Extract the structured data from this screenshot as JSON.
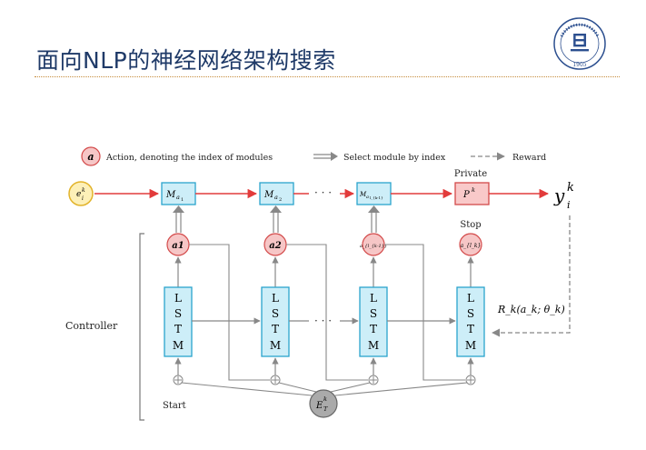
{
  "slide": {
    "title": "面向NLP的神经网络架构搜索"
  },
  "logo": {
    "text_top": "FUDAN UNIVERSITY",
    "year": "1905"
  },
  "legend": {
    "action_symbol": "a",
    "action_text": "Action, denoting the index of modules",
    "select_text": "Select module by index",
    "reward_text": "Reward"
  },
  "diagram": {
    "input_label": "e",
    "input_sup": "k",
    "input_sub": "i",
    "modules": [
      {
        "base": "M",
        "sub": "a",
        "subsub": "1"
      },
      {
        "base": "M",
        "sub": "a",
        "subsub": "2"
      },
      {
        "base": "M",
        "sub": "a",
        "subsub": "l_{k-1}"
      }
    ],
    "private_label": "Private",
    "private_symbol": "P",
    "private_sup": "k",
    "output_label": "y",
    "output_sub": "i",
    "output_sup": "k",
    "stop_label": "Stop",
    "actions": [
      "a1",
      "a2",
      "a_{l_{k-1}}",
      "a_{l_k}"
    ],
    "lstm_letters": [
      "L",
      "S",
      "T",
      "M"
    ],
    "controller_label": "Controller",
    "start_label": "Start",
    "encoder_label": "E",
    "encoder_sub": "T",
    "encoder_sup": "k",
    "reward_formula": "R_k(a_k; θ_k)",
    "ellipsis": "· · ·"
  },
  "colors": {
    "title": "#1f3a68",
    "module_fill": "#cdeef8",
    "module_stroke": "#2aa3cc",
    "private_fill": "#f9c9c9",
    "private_stroke": "#d34a4a",
    "action_fill": "#f6c6c6",
    "action_stroke": "#d34a4a",
    "red_arrow": "#e23b3b",
    "gray_arrow": "#888888",
    "input_fill": "#fdf0b8",
    "input_stroke": "#e2b32a",
    "encoder_fill": "#aaaaaa"
  }
}
